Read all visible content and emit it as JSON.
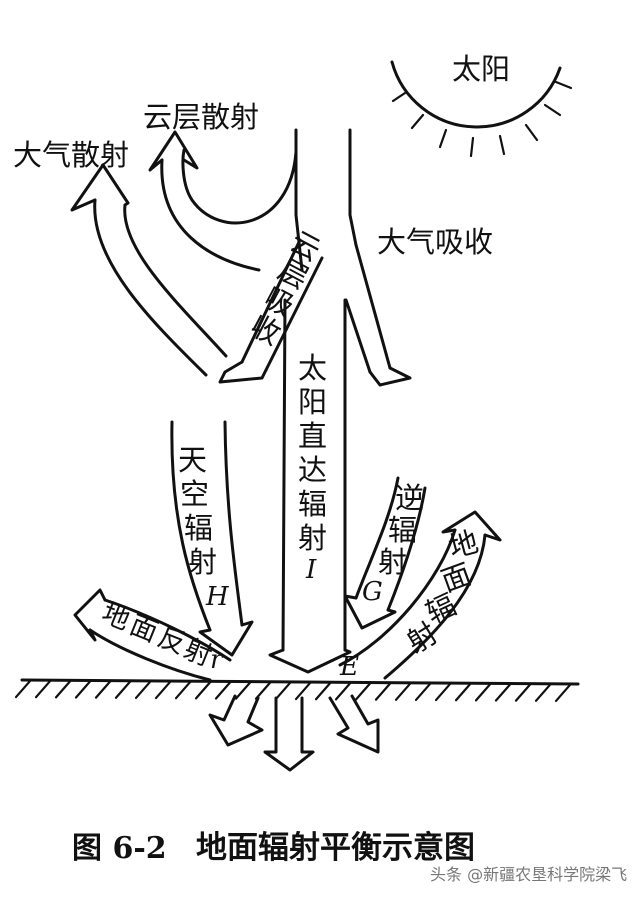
{
  "labels": {
    "sun": "太阳",
    "cloud_scatter": "云层散射",
    "atmos_scatter": "大气散射",
    "atmos_absorb": "大气吸收",
    "cloud_absorb": [
      "云",
      "层",
      "吸",
      "收"
    ],
    "direct": [
      "太",
      "阳",
      "直",
      "达",
      "辐",
      "射"
    ],
    "direct_symbol": "I",
    "sky": [
      "天",
      "空",
      "辐",
      "射"
    ],
    "sky_symbol": "H",
    "counter": [
      "逆",
      "辐",
      "射"
    ],
    "counter_symbol": "G",
    "ground": [
      "地",
      "面",
      "辐",
      "射"
    ],
    "ground_symbol": "E",
    "reflect": [
      "地",
      "面",
      "反",
      "射"
    ],
    "reflect_symbol": "r"
  },
  "caption": {
    "figure_no": "图 6-2",
    "title": "地面辐射平衡示意图"
  },
  "watermark": "头条 @新疆农垦科学院梁飞"
}
